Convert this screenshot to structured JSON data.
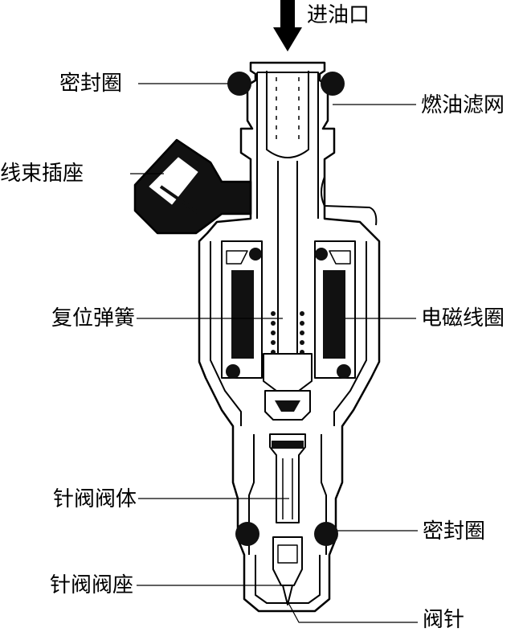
{
  "labels": {
    "inlet": "进油口",
    "seal_ring_top": "密封圈",
    "fuel_filter": "燃油滤网",
    "harness_connector": "线束插座",
    "return_spring": "复位弹簧",
    "solenoid_coil": "电磁线圈",
    "needle_valve_body": "针阀阀体",
    "seal_ring_bottom": "密封圈",
    "needle_valve_seat": "针阀阀座",
    "needle": "阀针"
  },
  "colors": {
    "line": "#000000",
    "fill": "#ffffff",
    "solid": "#111111"
  }
}
